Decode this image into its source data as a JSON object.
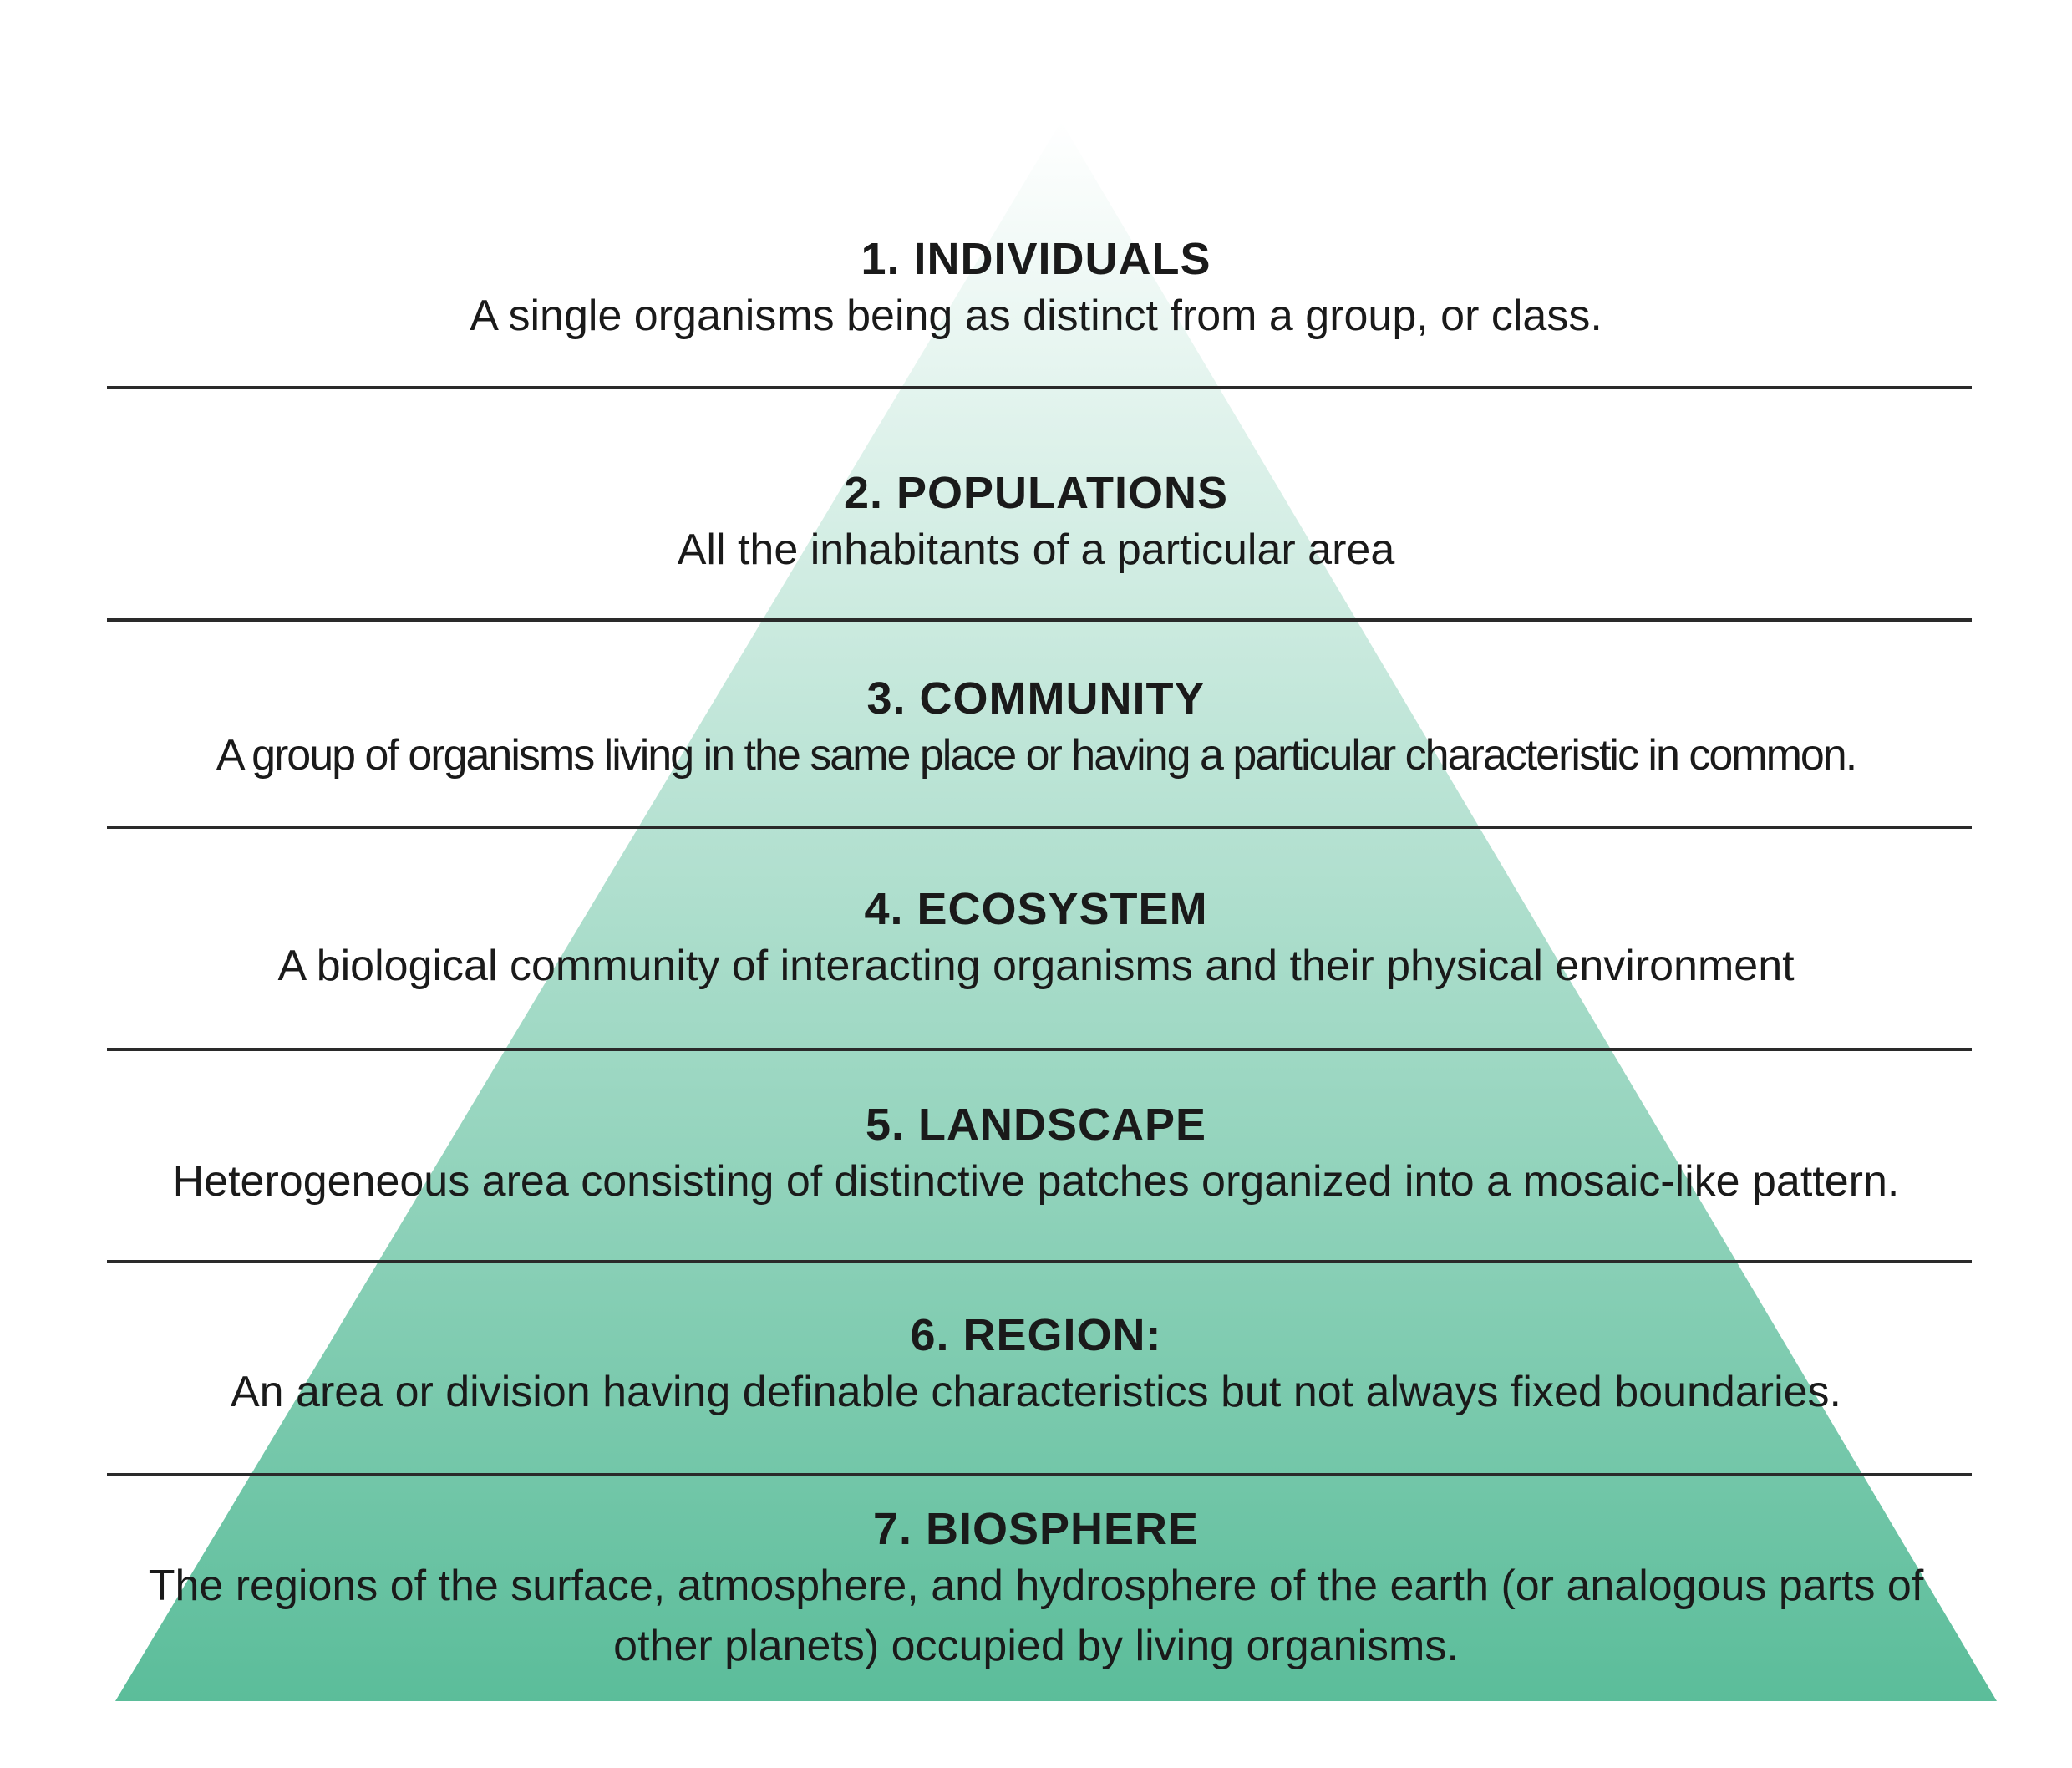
{
  "diagram": {
    "fill_top_color": "#ffffff",
    "fill_bottom_color": "#5bbd9a",
    "divider_color": "#2a2a2a",
    "levels": [
      {
        "title": "1. INDIVIDUALS",
        "description": "A single organisms being as distinct from a group, or class."
      },
      {
        "title": "2. POPULATIONS",
        "description": "All the inhabitants of a particular area"
      },
      {
        "title": "3. COMMUNITY",
        "description": "A group of organisms living in the same place or having a particular characteristic in common."
      },
      {
        "title": "4. ECOSYSTEM",
        "description": "A biological community of interacting organisms and their physical environment"
      },
      {
        "title": "5. LANDSCAPE",
        "description": "Heterogeneous area consisting of distinctive patches organized into a mosaic-like pattern."
      },
      {
        "title": "6. REGION:",
        "description": "An area or division having definable characteristics but not always fixed boundaries."
      },
      {
        "title": "7. BIOSPHERE",
        "description": "The regions of the surface, atmosphere, and hydrosphere of the earth (or analogous parts of other planets) occupied by living organisms."
      }
    ]
  }
}
